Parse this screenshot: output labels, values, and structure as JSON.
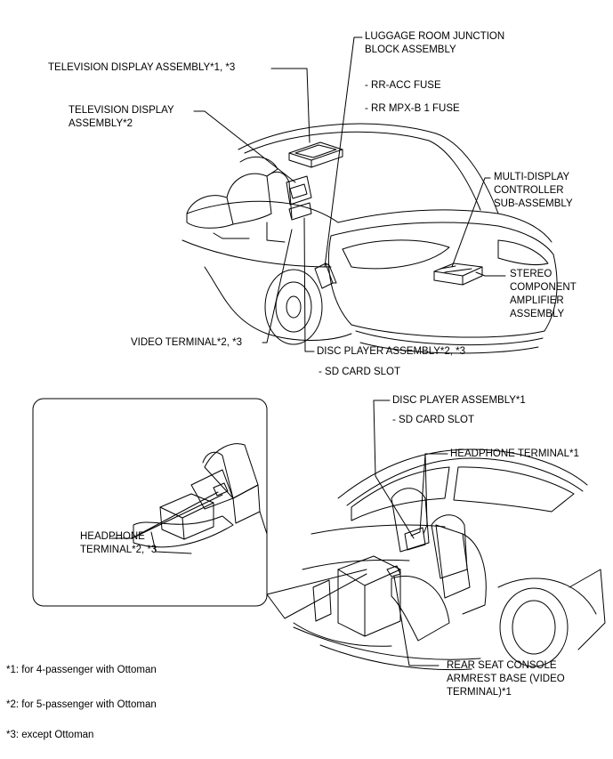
{
  "labels": {
    "luggage_title": "LUGGAGE ROOM JUNCTION\nBLOCK ASSEMBLY",
    "luggage_fuse1": "- RR-ACC FUSE",
    "luggage_fuse2": "- RR MPX-B 1 FUSE",
    "tv_display_13": "TELEVISION DISPLAY ASSEMBLY*1, *3",
    "tv_display_2": "TELEVISION DISPLAY\nASSEMBLY*2",
    "multi_display": "MULTI-DISPLAY\nCONTROLLER\nSUB-ASSEMBLY",
    "stereo_amp": "STEREO\nCOMPONENT\nAMPLIFIER\nASSEMBLY",
    "video_terminal_23": "VIDEO TERMINAL*2, *3",
    "disc_player_23": "DISC PLAYER ASSEMBLY*2, *3",
    "sd_card_slot_23": "- SD CARD SLOT",
    "disc_player_1": "DISC PLAYER ASSEMBLY*1",
    "sd_card_slot_1": "- SD CARD SLOT",
    "headphone_1": "HEADPHONE TERMINAL*1",
    "headphone_23": "HEADPHONE\nTERMINAL*2, *3",
    "rear_console": "REAR SEAT CONSOLE\nARMREST BASE (VIDEO\nTERMINAL)*1"
  },
  "notes": [
    "*1: for 4-passenger with Ottoman",
    "*2: for 5-passenger with Ottoman",
    "*3: except Ottoman"
  ]
}
